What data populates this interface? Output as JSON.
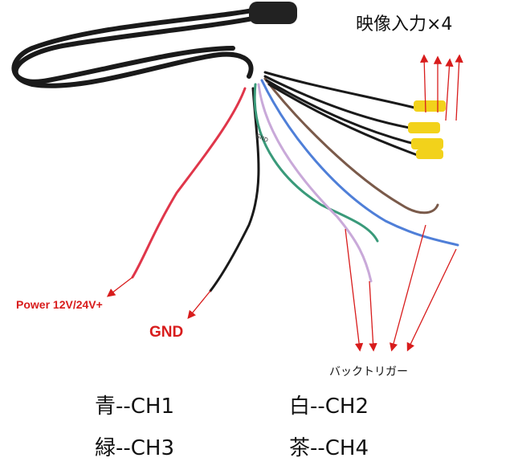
{
  "labels": {
    "video_input": "映像入力×4",
    "power": "Power 12V/24V+",
    "gnd": "GND",
    "back_trigger": "バックトリガー",
    "wire_tag_gnd": "GND"
  },
  "channels": [
    {
      "label": "青--CH1"
    },
    {
      "label": "白--CH2"
    },
    {
      "label": "緑--CH3"
    },
    {
      "label": "茶--CH4"
    }
  ],
  "colors": {
    "arrow": "#d81c1c",
    "rca": "#f2d21b",
    "red_wire": "#e0364a",
    "blue_wire": "#4f7fd8",
    "green_wire": "#3a9a7a",
    "brown_wire": "#7a5a4a",
    "white_wire": "#c9a9d9"
  }
}
